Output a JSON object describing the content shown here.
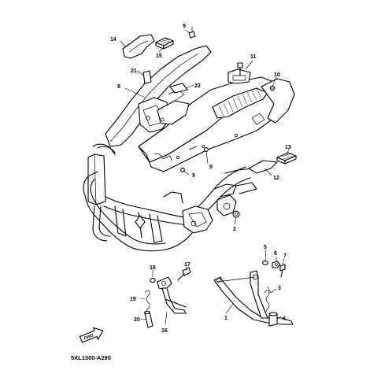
{
  "diagram": {
    "caption": "5XL1300-A290",
    "fwd_label": "FWD",
    "fwd_icon": "forward-arrow-icon",
    "part_callouts": [
      {
        "id": "c1",
        "label": "1"
      },
      {
        "id": "c2",
        "label": "2"
      },
      {
        "id": "c3",
        "label": "3"
      },
      {
        "id": "c4",
        "label": "4"
      },
      {
        "id": "c5",
        "label": "5"
      },
      {
        "id": "c6",
        "label": "6"
      },
      {
        "id": "c7",
        "label": "7"
      },
      {
        "id": "c8",
        "label": "8"
      },
      {
        "id": "c9a",
        "label": "9"
      },
      {
        "id": "c9b",
        "label": "9"
      },
      {
        "id": "c9c",
        "label": "9"
      },
      {
        "id": "c10",
        "label": "10"
      },
      {
        "id": "c11",
        "label": "11"
      },
      {
        "id": "c12",
        "label": "12"
      },
      {
        "id": "c13",
        "label": "13"
      },
      {
        "id": "c14",
        "label": "14"
      },
      {
        "id": "c15",
        "label": "15"
      },
      {
        "id": "c16",
        "label": "16"
      },
      {
        "id": "c17",
        "label": "17"
      },
      {
        "id": "c18",
        "label": "18"
      },
      {
        "id": "c19",
        "label": "19"
      },
      {
        "id": "c20",
        "label": "20"
      },
      {
        "id": "c21",
        "label": "21"
      },
      {
        "id": "c22",
        "label": "22"
      }
    ]
  }
}
